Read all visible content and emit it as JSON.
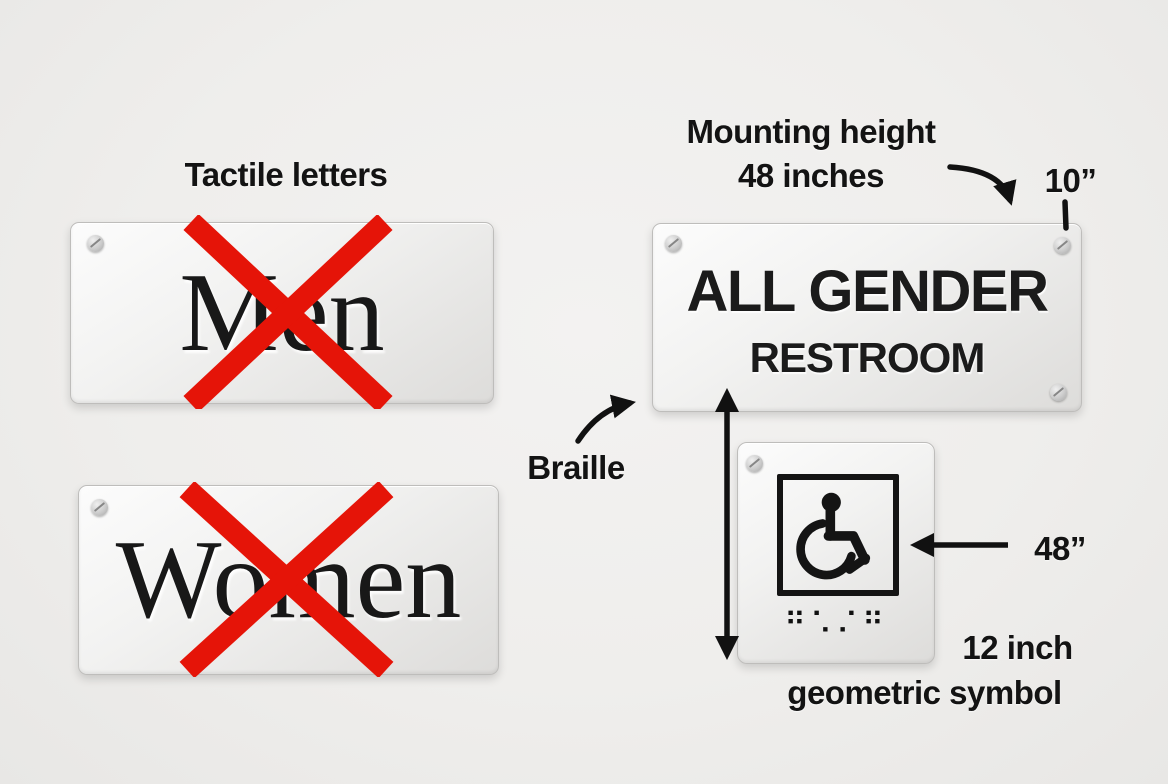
{
  "meta": {
    "description": "Accessible restroom signage guidelines diagram",
    "colors": {
      "background": "#efeeec",
      "prohibit_red": "#e51408",
      "annotation_text": "#131313",
      "sign_plate": "#ededec",
      "sign_text": "#1b1b1b"
    }
  },
  "annotations": {
    "tactile": {
      "label": "Tactile letters"
    },
    "mounting": {
      "line1": "Mounting height",
      "line2": "48 inches"
    },
    "ten_inches": {
      "label": "10”"
    },
    "braille": {
      "label": "Braille"
    },
    "forty_eight": {
      "label": "48”"
    },
    "geometric": {
      "line1": "12 inch",
      "line2": "geometric symbol"
    }
  },
  "signs": {
    "men": {
      "text": "Men",
      "crossed_out": true
    },
    "women": {
      "text": "Women",
      "crossed_out": true
    },
    "all_gender": {
      "title": "ALL GENDER",
      "subtitle": "RESTROOM"
    },
    "symbol_sign": {
      "icon": "wheelchair-accessibility",
      "braille_dots": "⠛⠡⠌⠛"
    }
  }
}
